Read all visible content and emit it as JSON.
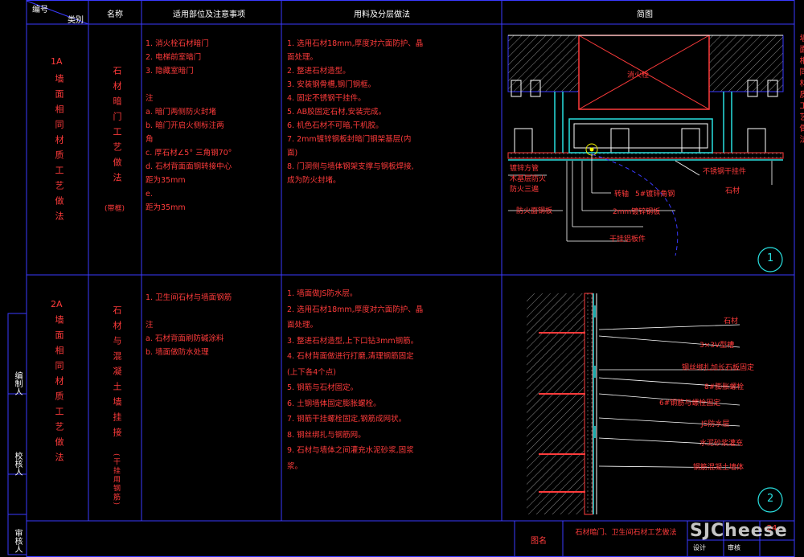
{
  "header": {
    "code_top": "编号",
    "code_bottom": "类别",
    "name": "名称",
    "scope": "适用部位及注意事项",
    "method": "用料及分层做法",
    "drawing": "简图"
  },
  "right_side_text": "墙面相同材质工艺做法",
  "row1": {
    "code": "1A",
    "category": "墙面相同材质工艺做法",
    "name": "石材暗门工艺做法",
    "name_suffix": "(带框)",
    "scope": [
      "1. 消火栓石材暗门",
      "2. 电梯前室暗门",
      "3. 隐藏室暗门",
      "",
      "注",
      "a. 暗门两侧防火封堵",
      "b. 暗门开启火侧标注两",
      "   角",
      "c. 厚石材∠5° 三角钢70°",
      "d. 石材背面面钢转接中心",
      "   距为35mm",
      "e.",
      "   距为35mm"
    ],
    "method": [
      "1. 选用石材18mm,厚度对六面防护、晶",
      "   面处理。",
      "2. 整进石材造型。",
      "3. 安装钢骨槽,钢门钢框。",
      "4. 固定不锈钢干挂件。",
      "5. AB胶固定石材,安装完成。",
      "6. 机色石材不可暗,干机胶。",
      "7. 2mm镀锌钢板封暗门钢架基层(内",
      "   面)",
      "8. 门洞侧与墙体钢架支撑与钢板焊接,",
      "   成为防火封堵。"
    ],
    "labels": [
      "镀锌方管",
      "木基层防火",
      "防火三遍",
      "防火面钢板",
      "转轴",
      "5#镀锌角钢",
      "2mm镀锌钢板",
      "干挂铝板件",
      "不锈钢干挂件",
      "石材",
      "消火栓"
    ],
    "circle": "1"
  },
  "row2": {
    "code": "2A",
    "category": "墙面相同材质工艺做法",
    "name": "石材与混凝土墙挂接",
    "name_suffix": "(干挂用钢筋)",
    "scope": [
      "1. 卫生间石材与墙面钢筋",
      "",
      "注",
      "a. 石材背面刷防碱涂料",
      "b. 墙面做防水处理"
    ],
    "method": [
      "1. 墙面做JS防水层。",
      "2. 选用石材18mm,厚度对六面防护、晶",
      "   面处理。",
      "3. 整进石材造型,上下口钻3mm钢筋。",
      "4. 石材背面做进行打磨,清理钢筋固定",
      "   (上下各4个点)",
      "5. 钢筋与石材固定。",
      "6. 土钢墙体固定膨胀螺栓。",
      "7. 钢筋干挂螺栓固定,钢筋成网状。",
      "8. 钢丝绑扎与钢筋网。",
      "9. 石材与墙体之间灌充水泥砂浆,固浆",
      "   浆。"
    ],
    "labels": [
      "石材",
      "3×3V型槽",
      "钢丝绑扎加长石板固定",
      "8#膨胀螺栓",
      "6#钢筋与螺栓固定",
      "JS防水层",
      "水泥砂浆灌充",
      "钢筋混凝土墙体"
    ],
    "circle": "2"
  },
  "left_strip": [
    "编制人",
    "校核人",
    "审核人"
  ],
  "footer": {
    "drawing_name_label": "图名",
    "drawing_name": "石材暗门、卫生间石材工艺做法",
    "design_label": "设计",
    "review_label": "审核",
    "sheet_no": "-24-",
    "brand": "SJCheese"
  },
  "colors": {
    "background": "#000000",
    "grid": "#3a3aff",
    "text": "#ff3b3b",
    "header_text": "#ffffff",
    "hatch": "#bfbfbf",
    "accent_cyan": "#29e0e0",
    "accent_yellow": "#f0f000"
  }
}
